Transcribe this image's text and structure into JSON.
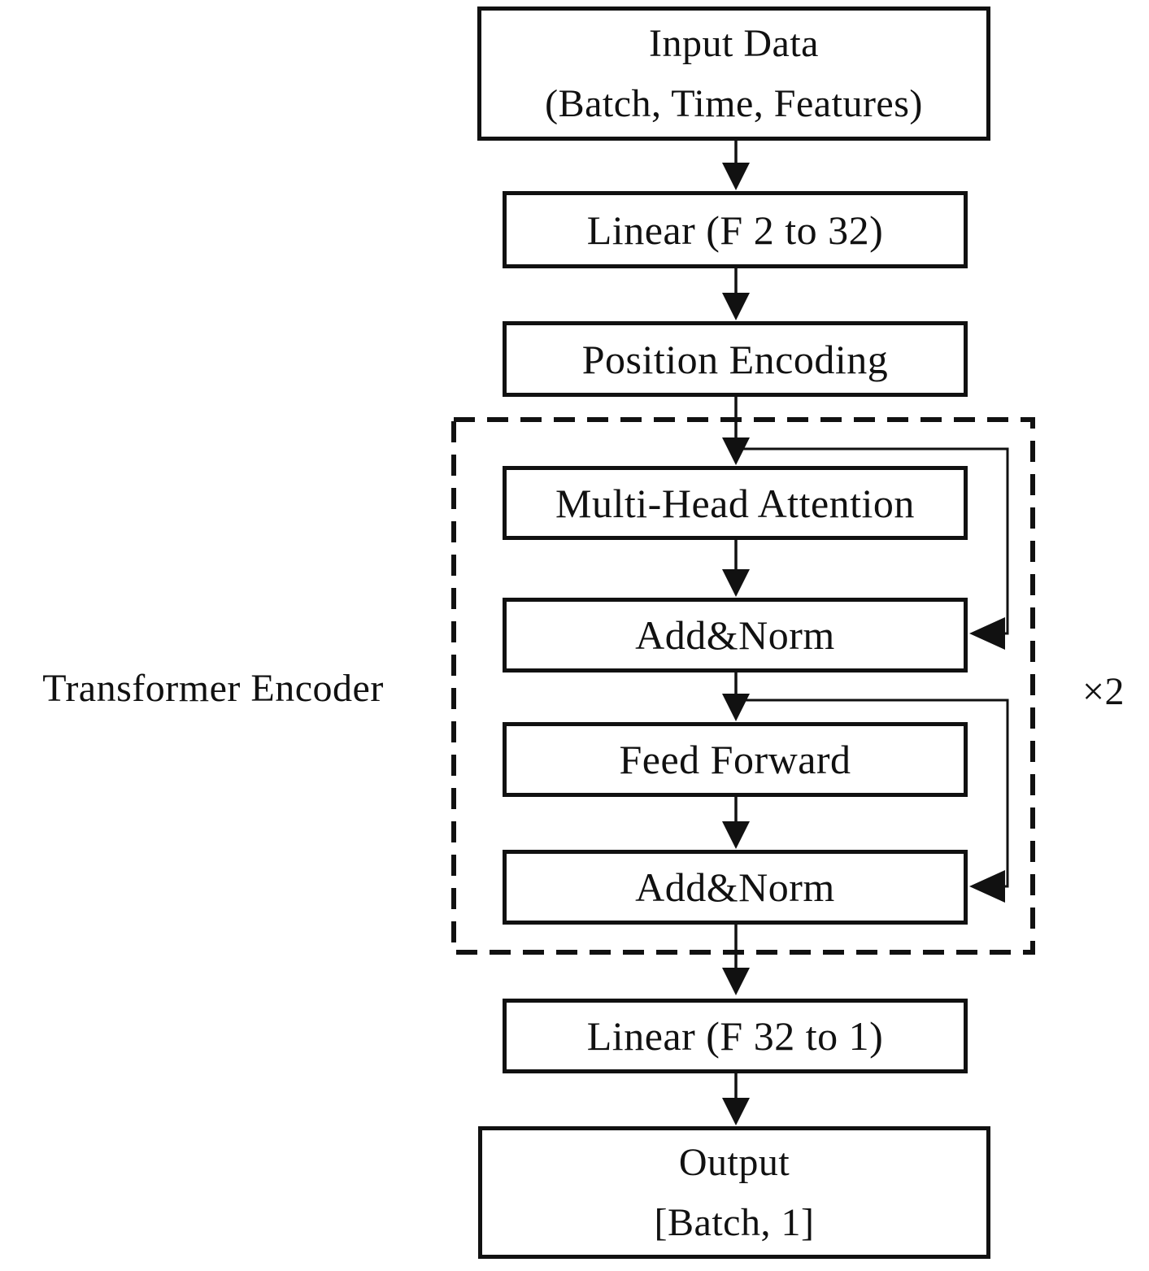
{
  "diagram": {
    "side_labels": {
      "encoder_group": "Transformer Encoder",
      "repeat_count": "×2"
    },
    "nodes": {
      "input": {
        "line1": "Input Data",
        "line2": "(Batch, Time, Features)"
      },
      "linear_in": {
        "label": "Linear (F 2 to 32)"
      },
      "pos_enc": {
        "label": "Position Encoding"
      },
      "mha": {
        "label": "Multi-Head Attention"
      },
      "add_norm_1": {
        "label": "Add&Norm"
      },
      "feed_forward": {
        "label": "Feed Forward"
      },
      "add_norm_2": {
        "label": "Add&Norm"
      },
      "linear_out": {
        "label": "Linear (F 32 to 1)"
      },
      "output": {
        "line1": "Output",
        "line2": "[Batch, 1]"
      }
    },
    "colors": {
      "stroke": "#111111",
      "background": "#ffffff",
      "text": "#111111"
    }
  }
}
